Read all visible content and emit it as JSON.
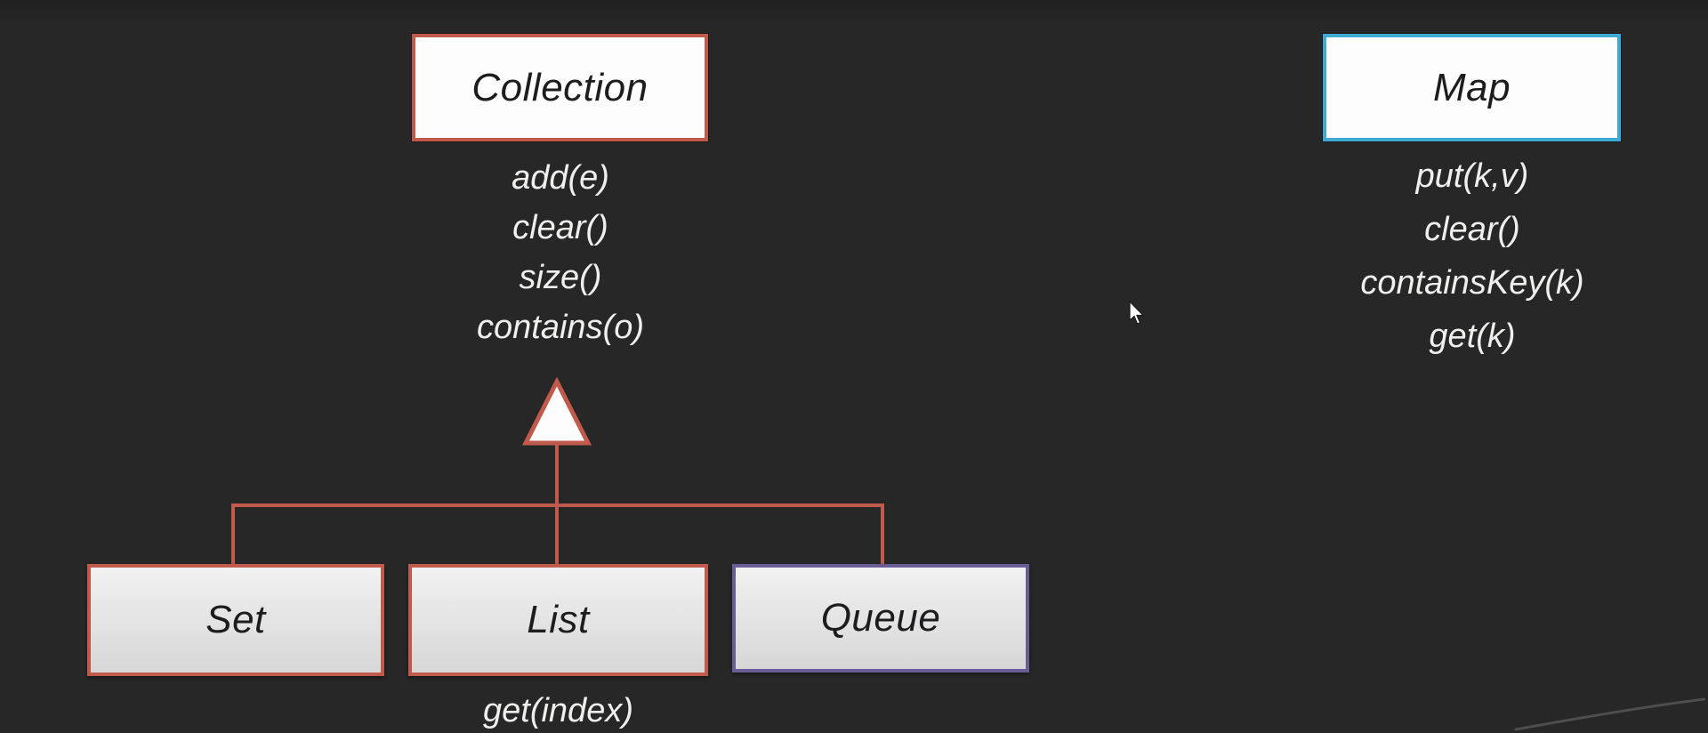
{
  "colors": {
    "bg": "#272727",
    "accent-red": "#bf5a4d",
    "accent-blue": "#3fa9d6",
    "accent-purple": "#6a5d96",
    "text-light": "#f0efed",
    "box-text": "#1d1d1f"
  },
  "diagram": {
    "collection": {
      "label": "Collection",
      "methods": [
        "add(e)",
        "clear()",
        "size()",
        "contains(o)"
      ]
    },
    "map": {
      "label": "Map",
      "methods": [
        "put(k,v)",
        "clear()",
        "containsKey(k)",
        "get(k)"
      ]
    },
    "set": {
      "label": "Set"
    },
    "list": {
      "label": "List",
      "methods": [
        "get(index)"
      ]
    },
    "queue": {
      "label": "Queue"
    }
  }
}
